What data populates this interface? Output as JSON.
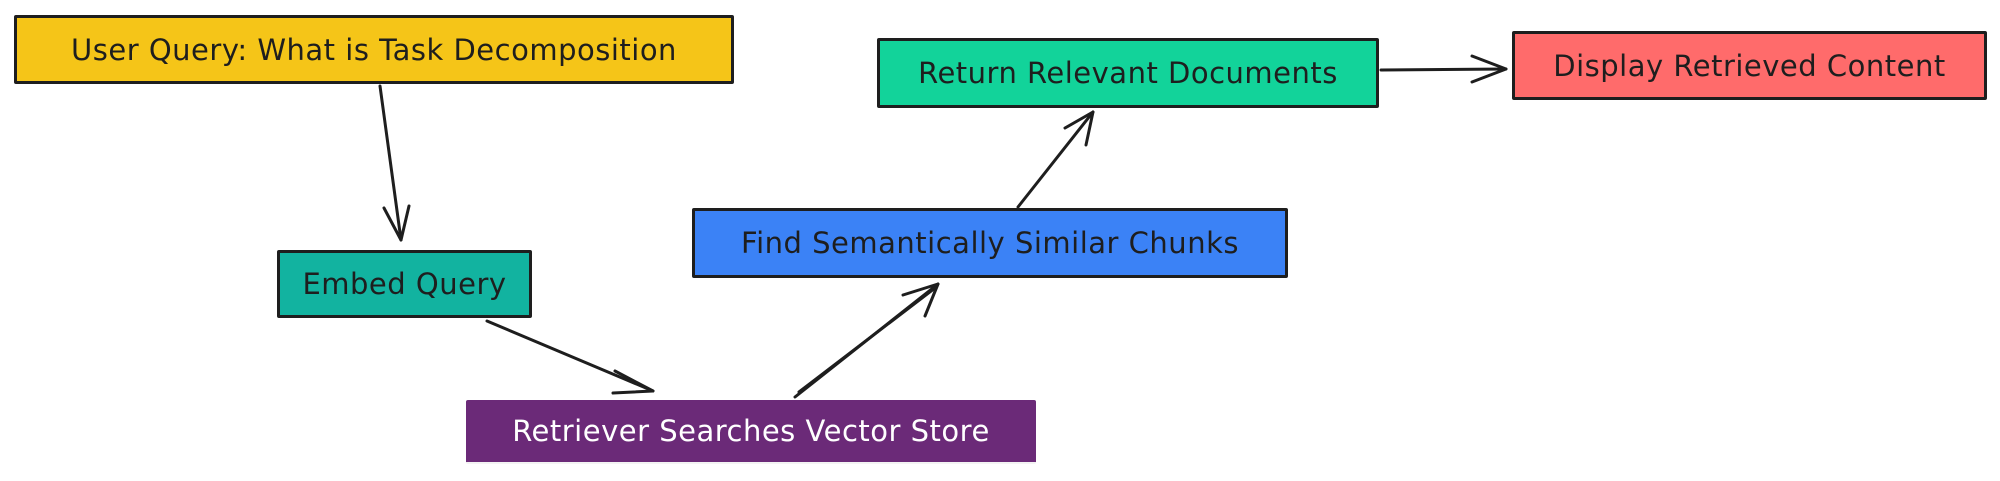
{
  "nodes": {
    "query": {
      "label": "User Query: What is Task Decomposition",
      "color": "#f5c518"
    },
    "embed": {
      "label": "Embed Query",
      "color": "#12b3a0"
    },
    "search": {
      "label": "Retriever Searches Vector Store",
      "color": "#6b2a78"
    },
    "find": {
      "label": "Find Semantically Similar Chunks",
      "color": "#3b82f6"
    },
    "return": {
      "label": "Return Relevant Documents",
      "color": "#12d39a"
    },
    "display": {
      "label": "Display Retrieved Content",
      "color": "#ff6b6b"
    }
  },
  "edges": [
    {
      "from": "query",
      "to": "embed"
    },
    {
      "from": "embed",
      "to": "search"
    },
    {
      "from": "search",
      "to": "find"
    },
    {
      "from": "find",
      "to": "return"
    },
    {
      "from": "return",
      "to": "display"
    }
  ]
}
